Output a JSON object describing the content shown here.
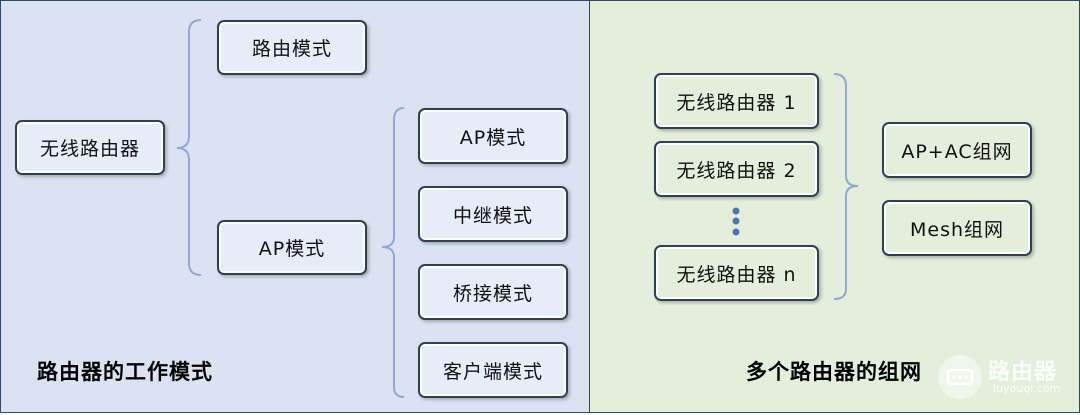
{
  "left_panel": {
    "root": "无线路由器",
    "branch_router": "路由模式",
    "branch_ap": "AP模式",
    "ap_modes": [
      "AP模式",
      "中继模式",
      "桥接模式",
      "客户端模式"
    ],
    "caption": "路由器的工作模式"
  },
  "right_panel": {
    "routers": [
      "无线路由器 1",
      "无线路由器 2",
      "无线路由器 n"
    ],
    "networking": [
      "AP+AC组网",
      "Mesh组网"
    ],
    "caption": "多个路由器的组网"
  },
  "watermark": {
    "text": "路由器",
    "subtext": "luyouqi.com"
  },
  "colors": {
    "left_bg": "#dbe3f3",
    "right_bg": "#e3eedb",
    "brace": "#8ea9d3",
    "ellipsis_dot": "#4b73b8",
    "node_border": "#2e4154"
  }
}
